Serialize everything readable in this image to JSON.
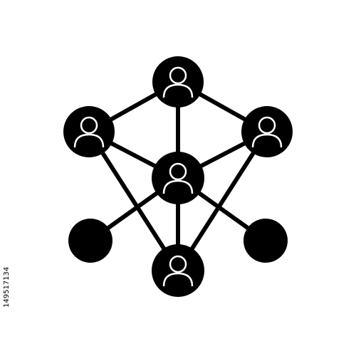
{
  "colors": {
    "background": "#ffffff",
    "foreground": "#000000",
    "icon_outline": "#ffffff"
  },
  "icon": {
    "semantic": "network-people-icon",
    "nodes": {
      "top": "person-node",
      "left": "person-node",
      "right": "person-node",
      "center": "person-node",
      "bottom": "person-node",
      "lower-left": "empty-node",
      "lower-right": "empty-node"
    }
  },
  "watermark": {
    "side_id": "149517134"
  }
}
